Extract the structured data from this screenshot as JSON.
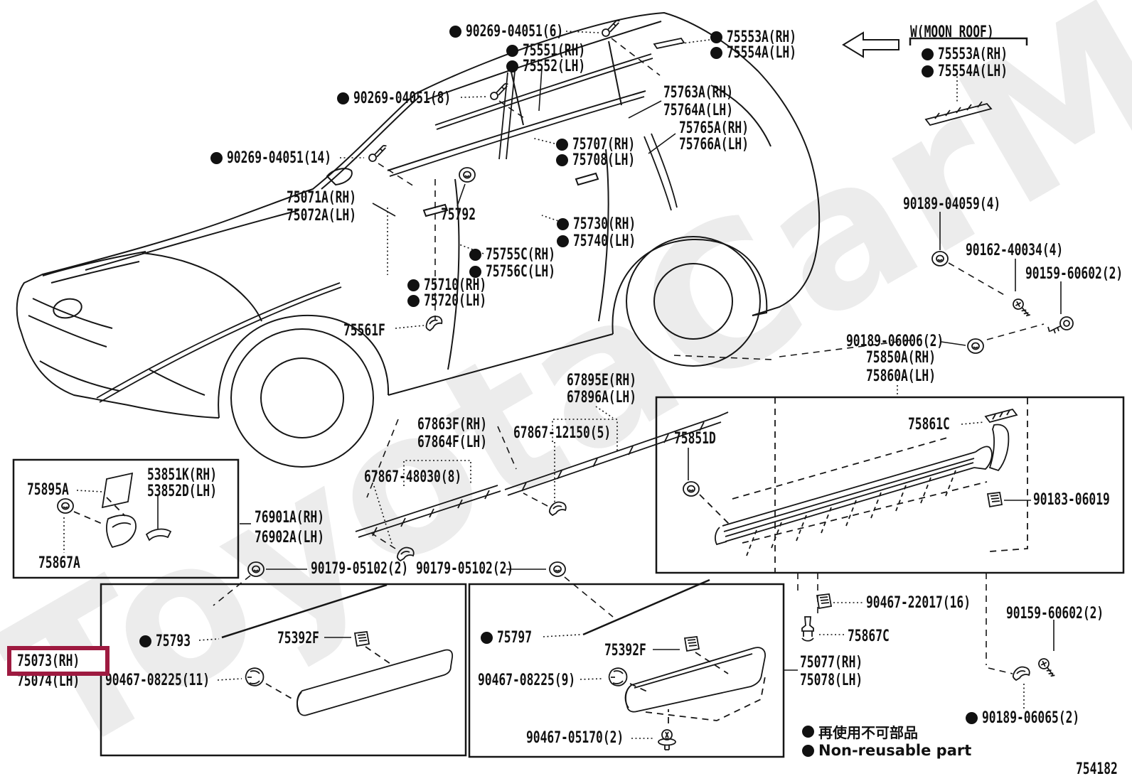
{
  "watermark": "ToyotaCarMine.ru",
  "diagram_number": "754182",
  "colors": {
    "highlight_box": "#9e1a40",
    "line_art": "#161616",
    "watermark_gray": "#ececec"
  },
  "legend": {
    "jp": "再使用不可部品",
    "en": "Non-reusable part"
  },
  "moonroof_note": "W(MOON ROOF)",
  "callouts": {
    "bolt6": "90269-04051(6)",
    "p75551": "75551(RH)",
    "p75552": "75552(LH)",
    "p75553a": "75553A(RH)",
    "p75554a": "75554A(LH)",
    "bolt8": "90269-04051(8)",
    "bolt14": "90269-04051(14)",
    "p75071a": "75071A(RH)",
    "p75072a": "75072A(LH)",
    "p75792": "75792",
    "p75707": "75707(RH)",
    "p75708": "75708(LH)",
    "p75763a": "75763A(RH)",
    "p75764a": "75764A(LH)",
    "p75765a": "75765A(RH)",
    "p75766a": "75766A(LH)",
    "p75730": "75730(RH)",
    "p75740": "75740(LH)",
    "p75755c": "75755C(RH)",
    "p75756c": "75756C(LH)",
    "p75710": "75710(RH)",
    "p75720": "75720(LH)",
    "p75561f": "75561F",
    "g90189_04059": "90189-04059(4)",
    "g90162": "90162-40034(4)",
    "g90159": "90159-60602(2)",
    "g90189_06006": "90189-06006(2)",
    "p75850a": "75850A(RH)",
    "p75860a": "75860A(LH)",
    "p75861c": "75861C",
    "p75851d": "75851D",
    "g90183": "90183-06019",
    "p75895a": "75895A",
    "p53851k": "53851K(RH)",
    "p53852d": "53852D(LH)",
    "p75867a": "75867A",
    "p76901a": "76901A(RH)",
    "p76902a": "76902A(LH)",
    "p67895e": "67895E(RH)",
    "p67896a": "67896A(LH)",
    "p67863f": "67863F(RH)",
    "p67864f": "67864F(LH)",
    "g67867_12150": "67867-12150(5)",
    "g67867_48030": "67867-48030(8)",
    "g90179": "90179-05102(2)",
    "p75793": "75793",
    "p75392f": "75392F",
    "p75073": "75073(RH)",
    "p75074": "75074(LH)",
    "g90467_08225_11": "90467-08225(11)",
    "p75797": "75797",
    "g90467_08225_9": "90467-08225(9)",
    "g90467_05170": "90467-05170(2)",
    "p75077": "75077(RH)",
    "p75078": "75078(LH)",
    "g90467_22017": "90467-22017(16)",
    "p75867c": "75867C",
    "g90189_06065": "90189-06065(2)"
  }
}
